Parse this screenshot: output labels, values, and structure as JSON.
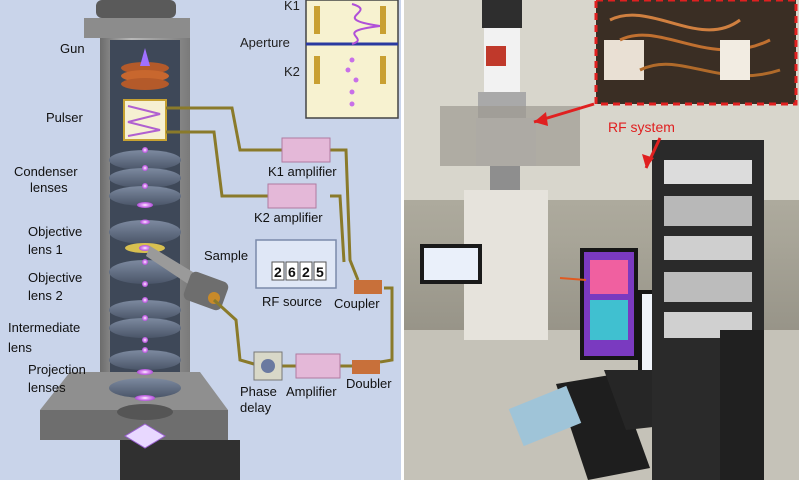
{
  "diagram": {
    "labels": {
      "gun": "Gun",
      "pulser": "Pulser",
      "condenser": [
        "Condenser",
        "lenses"
      ],
      "objective1": [
        "Objective",
        "lens 1"
      ],
      "objective2": [
        "Objective",
        "lens 2"
      ],
      "intermediate": [
        "Intermediate",
        "lens"
      ],
      "projection": [
        "Projection",
        "lenses"
      ],
      "sample": "Sample",
      "k1_amp": "K1 amplifier",
      "k2_amp": "K2 amplifier",
      "rf_source": "RF source",
      "rf_digits": [
        "2",
        "6",
        "2",
        "5"
      ],
      "coupler": "Coupler",
      "phase_delay": [
        "Phase",
        "delay"
      ],
      "amplifier": "Amplifier",
      "doubler": "Doubler"
    },
    "inset": {
      "k1": "K1",
      "aperture": "Aperture",
      "k2": "K2"
    }
  },
  "photo": {
    "rf_system_label": "RF system"
  },
  "colors": {
    "background": "#c9d4ea",
    "column": "#9a9a9a",
    "beam": "#c870e8",
    "cable": "#8a7a2a",
    "amplifier": "#e4b8d8",
    "annotation_red": "#e02020",
    "inset_bg": "#f7f2d0"
  }
}
